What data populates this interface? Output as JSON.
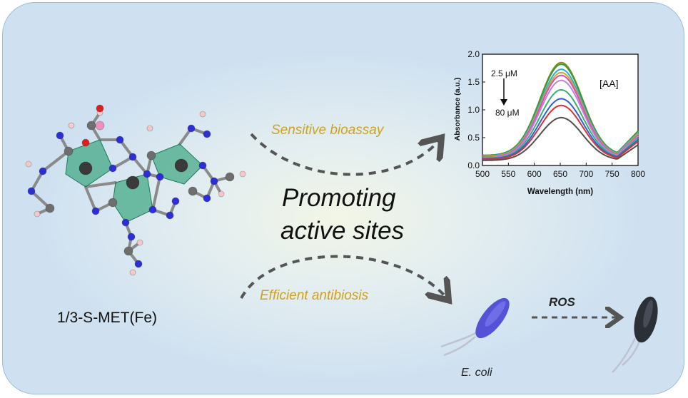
{
  "molecule": {
    "label": "1/3-S-MET(Fe)"
  },
  "pathways": {
    "top_label": "Sensitive bioassay",
    "bottom_label": "Efficient antibiosis"
  },
  "center": {
    "line1": "Promoting",
    "line2": "active sites"
  },
  "bacteria": {
    "arrow_label": "ROS",
    "name": "E. coli"
  },
  "colors": {
    "panel_border": "#9bbbd8",
    "pathway_label": "#d0a21c",
    "octahedra": "#2e9f77",
    "iron": "#3a3a3a",
    "nitrogen": "#2d2ed6",
    "carbon": "#6e6e6e",
    "hydrogen": "#f3c9c9",
    "oxygen": "#e21d1d",
    "sulfur": "#ef8fc0",
    "live_bacterium": "#5552d8",
    "dead_bacterium": "#2b2f36"
  },
  "chart_data": {
    "type": "line",
    "xlabel": "Wavelength (nm)",
    "ylabel": "Absorbance (a.u.)",
    "xlim": [
      500,
      800
    ],
    "ylim": [
      0.0,
      2.0
    ],
    "xticks": [
      500,
      550,
      600,
      650,
      700,
      750,
      800
    ],
    "yticks": [
      "0.0",
      "0.5",
      "1.0",
      "1.5",
      "2.0"
    ],
    "legend": "[AA]",
    "annotation_top": "2.5 μM",
    "annotation_bottom": "80 μM",
    "peak_x": 652,
    "series": [
      {
        "peak": 1.85,
        "base": 0.18,
        "tail": 0.62,
        "color": "#8a8a1a"
      },
      {
        "peak": 1.82,
        "base": 0.18,
        "tail": 0.61,
        "color": "#3a9a3a"
      },
      {
        "peak": 1.73,
        "base": 0.17,
        "tail": 0.59,
        "color": "#2ab0d6"
      },
      {
        "peak": 1.67,
        "base": 0.16,
        "tail": 0.57,
        "color": "#e0a020"
      },
      {
        "peak": 1.62,
        "base": 0.15,
        "tail": 0.55,
        "color": "#d050c0"
      },
      {
        "peak": 1.53,
        "base": 0.14,
        "tail": 0.53,
        "color": "#c080e0"
      },
      {
        "peak": 1.36,
        "base": 0.13,
        "tail": 0.5,
        "color": "#3ab070"
      },
      {
        "peak": 1.2,
        "base": 0.12,
        "tail": 0.46,
        "color": "#2a60e0"
      },
      {
        "peak": 1.08,
        "base": 0.11,
        "tail": 0.43,
        "color": "#e03030"
      },
      {
        "peak": 0.86,
        "base": 0.09,
        "tail": 0.37,
        "color": "#505050"
      }
    ]
  }
}
